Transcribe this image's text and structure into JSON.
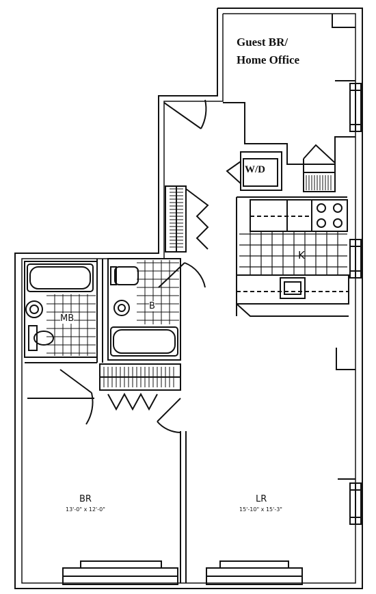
{
  "rooms": {
    "guest": {
      "line1": "Guest BR/",
      "line2": "Home Office"
    },
    "wd": {
      "label": "W/D"
    },
    "kitchen": {
      "label": "K"
    },
    "master_bath": {
      "label": "MB"
    },
    "bath": {
      "label": "B"
    },
    "bedroom": {
      "label": "BR",
      "dims": "13'-0\" x 12'-0\""
    },
    "living": {
      "label": "LR",
      "dims": "15'-10\" x 15'-3\""
    }
  },
  "colors": {
    "ink": "#111111",
    "paper": "#ffffff"
  }
}
